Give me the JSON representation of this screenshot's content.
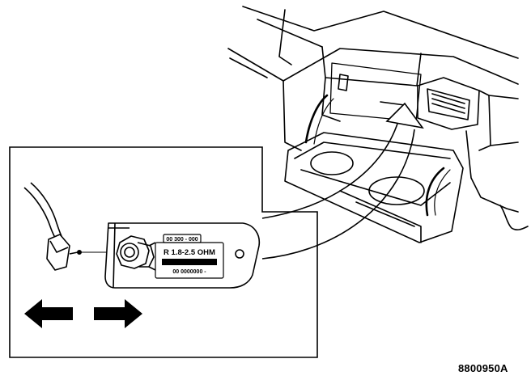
{
  "figure": {
    "code": "8800950A"
  },
  "sensor_label": {
    "part_number_line": "00 300 - 000",
    "resistance_spec": "R 1.8-2.5 OHM",
    "serial_line": "00 0000000 -"
  },
  "icons": {
    "left_arrow": "arrow-left-icon",
    "right_arrow": "arrow-right-icon"
  },
  "colors": {
    "line": "#000000",
    "background": "#ffffff"
  }
}
